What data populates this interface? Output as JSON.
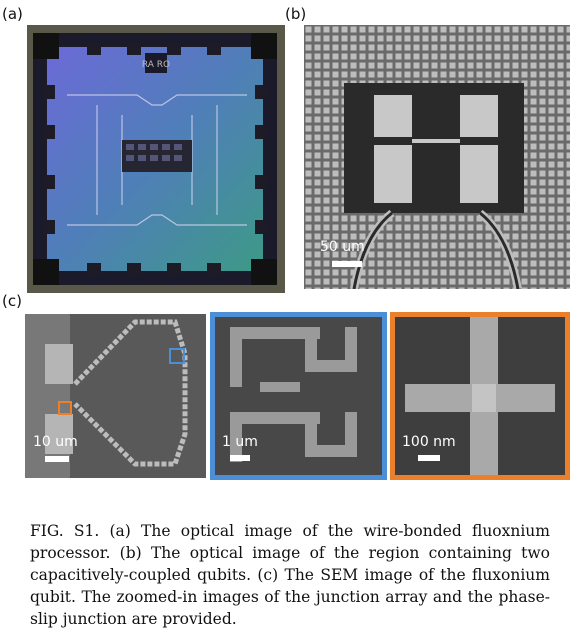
{
  "figure": {
    "labels": {
      "a": "(a)",
      "b": "(b)",
      "c": "(c)"
    },
    "chip_text": "RA RO",
    "scale_bars": {
      "b": "50 um",
      "c1": "10 um",
      "c2": "1 um",
      "c3": "100 nm"
    },
    "frame_colors": {
      "blue": "#4c8fd6",
      "orange": "#ea7f2c"
    },
    "caption": "FIG. S1. (a) The optical image of the wire-bonded fluoxnium processor. (b) The optical image of the region containing two capacitively-coupled qubits. (c) The SEM image of the fluxonium qubit. The zoomed-in images of the junction array and the phase-slip junction are provided."
  }
}
